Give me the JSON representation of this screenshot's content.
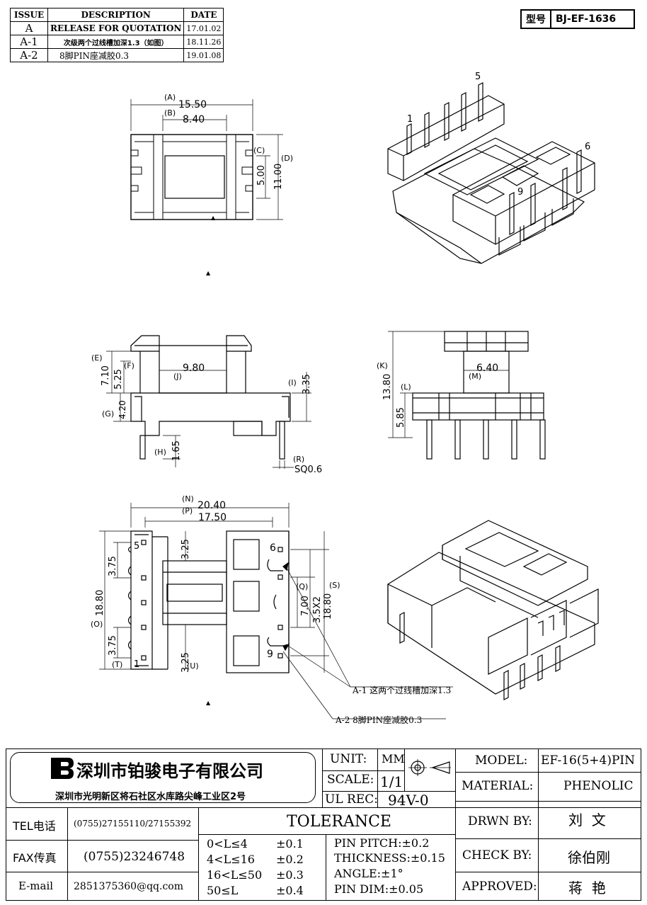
{
  "revision_table": {
    "headers": [
      "ISSUE",
      "DESCRIPTION",
      "DATE"
    ],
    "rows": [
      {
        "issue": "A",
        "description": "RELEASE FOR QUOTATION",
        "date": "17.01.02"
      },
      {
        "issue": "A-1",
        "description": "次级两个过线槽加深1.3（如图）",
        "date": "18.11.26"
      },
      {
        "issue": "A-2",
        "description": "8脚PIN座减胶0.3",
        "date": "19.01.08"
      }
    ]
  },
  "type_box": {
    "label": "型号",
    "value": "BJ-EF-1636"
  },
  "top_view": {
    "dims": {
      "a": "15.50",
      "a_tag": "(A)",
      "b": "8.40",
      "b_tag": "(B)",
      "c_tag": "(C)",
      "d": "11.00",
      "d_tag": "(D)",
      "c": "5.00"
    }
  },
  "iso_top": {
    "pin_labels": [
      "1",
      "5",
      "6",
      "9"
    ]
  },
  "side_view": {
    "dims": {
      "e": "7.10",
      "e_tag": "(E)",
      "f": "5.25",
      "f_tag": "(F)",
      "j": "9.80",
      "j_tag": "(J)",
      "i": "3.35",
      "i_tag": "(I)",
      "g": "4.20",
      "g_tag": "(G)",
      "h": "1.65",
      "h_tag": "(H)",
      "r_tag": "(R)",
      "r": "SQ0.6"
    }
  },
  "end_view": {
    "dims": {
      "k": "13.80",
      "k_tag": "(K)",
      "m": "6.40",
      "m_tag": "(M)",
      "l": "5.85",
      "l_tag": "(L)"
    }
  },
  "bottom_view": {
    "dims": {
      "n": "20.40",
      "n_tag": "(N)",
      "p": "17.50",
      "p_tag": "(P)",
      "u1": "3.25",
      "u2": "3.25",
      "u_tag": "(U)",
      "pitch1": "3.75",
      "pitch2": "3.75",
      "o": "18.80",
      "o_tag": "(O)",
      "t_tag": "(T)",
      "q": "7.00",
      "q_tag": "(Q)",
      "q2": "3.5X2",
      "s": "18.80",
      "s_tag": "(S)"
    },
    "pin_labels": [
      "5",
      "1",
      "6",
      "9"
    ],
    "notes": [
      "A-1 这两个过线槽加深1.3",
      "A-2 8脚PIN座减胶0.3"
    ]
  },
  "title_block": {
    "company": "深圳市铂骏电子有限公司",
    "address": "深圳市光明新区将石社区水库路尖峰工业区2号",
    "unit_label": "UNIT:",
    "unit_value": "MM",
    "scale_label": "SCALE:",
    "scale_value": "1/1",
    "ul_label": "UL REC:",
    "ul_value": "94V-0",
    "tel_label": "TEL电话",
    "tel_value": "(0755)27155110/27155392",
    "fax_label": "FAX传真",
    "fax_value": "(0755)23246748",
    "email_label": "E-mail",
    "email_value": "2851375360@qq.com",
    "tolerance_title": "TOLERANCE",
    "tolerances": [
      {
        "range": "0<L≤4",
        "value": "±0.1"
      },
      {
        "range": "4<L≤16",
        "value": "±0.2"
      },
      {
        "range": "16<L≤50",
        "value": "±0.3"
      },
      {
        "range": "50≤L",
        "value": "±0.4"
      }
    ],
    "pin_pitch": "PIN PITCH:±0.2",
    "thickness": "THICKNESS:±0.15",
    "angle": "ANGLE:±1°",
    "pin_dim": "PIN DIM:±0.05",
    "model_label": "MODEL:",
    "model_value": "EF-16(5+4)PIN",
    "material_label": "MATERIAL:",
    "material_value": "PHENOLIC",
    "drawn_label": "DRWN BY:",
    "drawn_value": "刘  文",
    "check_label": "CHECK BY:",
    "check_value": "徐伯刚",
    "approved_label": "APPROVED:",
    "approved_value": "蒋  艳"
  }
}
